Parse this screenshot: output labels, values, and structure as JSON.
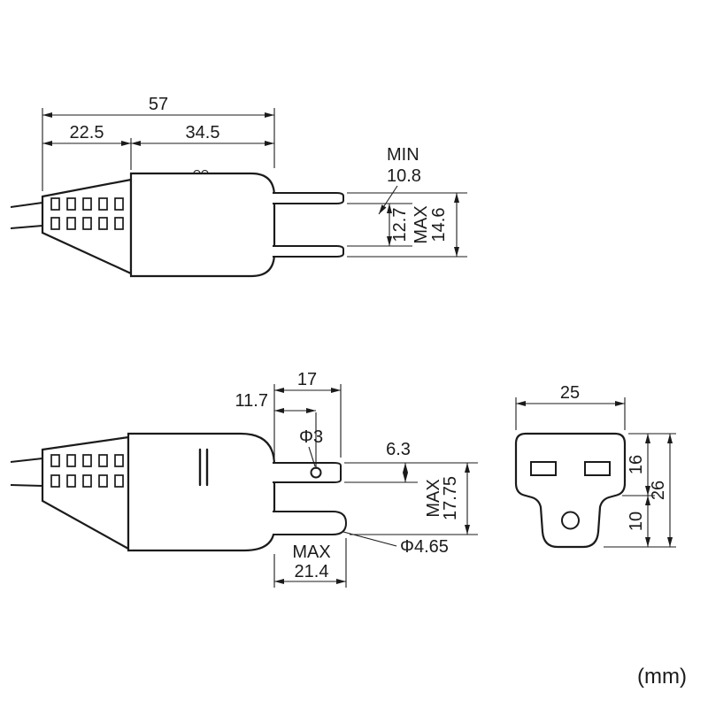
{
  "units_label": "(mm)",
  "fig_top_plug": {
    "dim_overall": "57",
    "dim_boot": "22.5",
    "dim_body": "34.5",
    "blade_gap_min_label": "MIN",
    "blade_gap_min_value": "10.8",
    "blade_pitch": "12.7",
    "blade_span_max_label": "MAX",
    "blade_span_max_value": "14.6"
  },
  "fig_side_plug": {
    "blade_length": "17",
    "hole_offset": "11.7",
    "hole_diameter": "Φ3",
    "blade_width": "6.3",
    "envelope_max_label": "MAX",
    "envelope_max_value": "17.75",
    "pin_length_max_label": "MAX",
    "pin_length_max_value": "21.4",
    "pin_diameter": "Φ4.65"
  },
  "fig_outlet": {
    "width": "25",
    "upper_height": "16",
    "lower_height": "10",
    "total_height": "26"
  }
}
